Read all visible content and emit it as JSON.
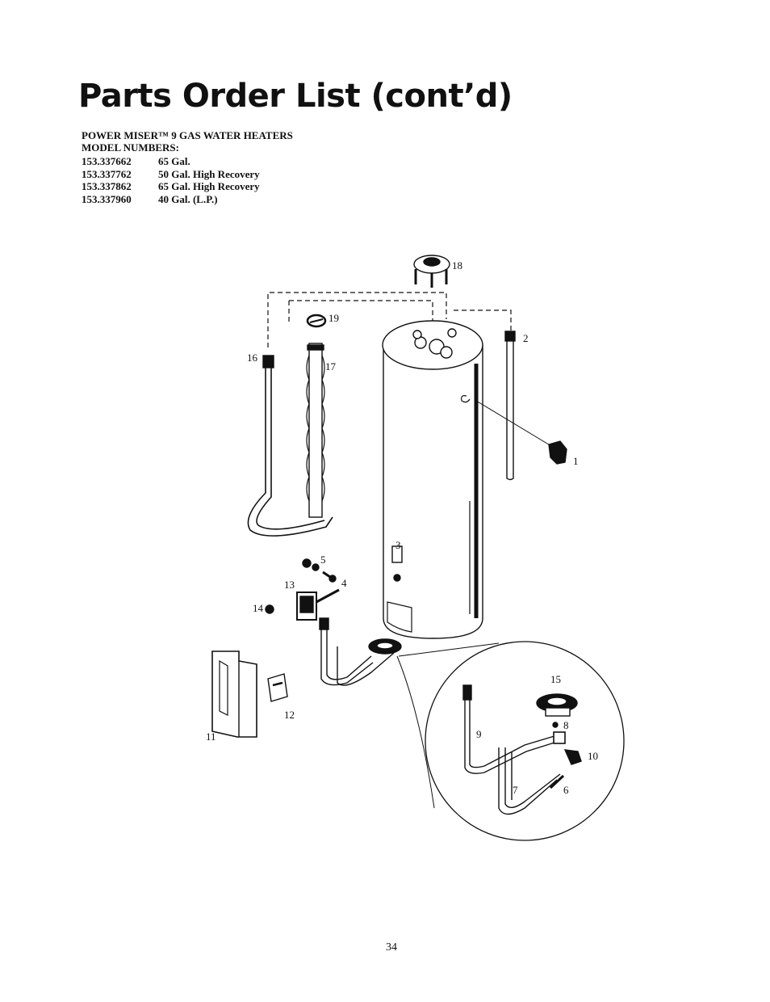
{
  "title": "Parts Order List (cont’d)",
  "product_line": "POWER MISER™ 9 GAS WATER HEATERS",
  "model_heading": "MODEL NUMBERS:",
  "models": [
    {
      "number": "153.337662",
      "description": "65 Gal."
    },
    {
      "number": "153.337762",
      "description": "50 Gal. High Recovery"
    },
    {
      "number": "153.337862",
      "description": "65 Gal. High Recovery"
    },
    {
      "number": "153.337960",
      "description": "40 Gal. (L.P.)"
    }
  ],
  "callouts": [
    "1",
    "2",
    "3",
    "4",
    "5",
    "6",
    "7",
    "8",
    "9",
    "10",
    "11",
    "12",
    "13",
    "14",
    "15",
    "16",
    "17",
    "18",
    "19"
  ],
  "page_number": "34"
}
